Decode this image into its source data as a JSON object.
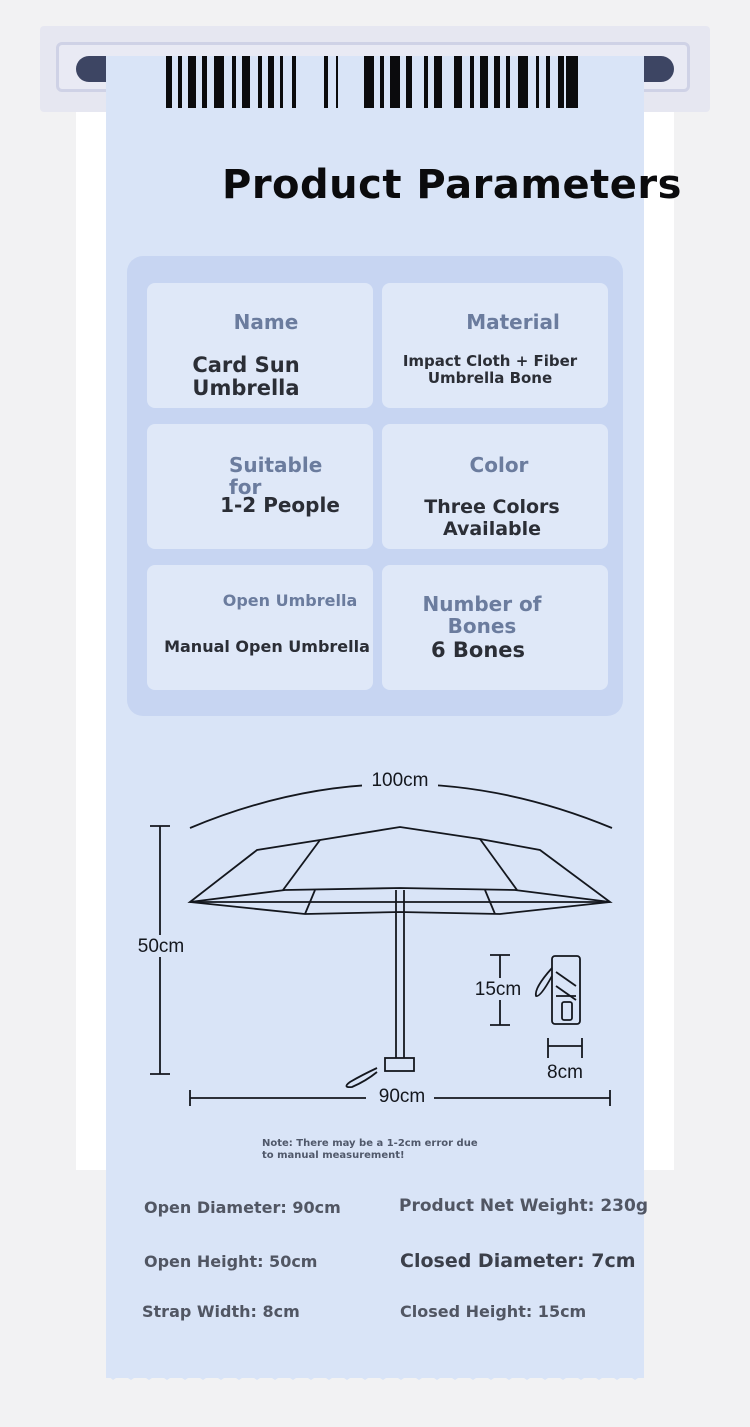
{
  "title": "Product Parameters",
  "params": [
    {
      "label": "Name",
      "value": "Card Sun Umbrella"
    },
    {
      "label": "Material",
      "value": "Impact Cloth + Fiber Umbrella Bone"
    },
    {
      "label": "Suitable for",
      "value": "1-2 People"
    },
    {
      "label": "Color",
      "value": "Three Colors Available"
    },
    {
      "label": "Open Umbrella",
      "value": "Manual Open Umbrella"
    },
    {
      "label": "Number of Bones",
      "value": "6 Bones"
    }
  ],
  "diagram": {
    "open_width": "100cm",
    "open_height": "50cm",
    "shaft_span": "90cm",
    "closed_length": "15cm",
    "closed_width": "8cm"
  },
  "note": "Note: There may be a 1-2cm error due to manual measurement!",
  "specs": {
    "open_diameter": "Open Diameter: 90cm",
    "net_weight": "Product Net Weight: 230g",
    "open_height": "Open Height: 50cm",
    "closed_diameter": "Closed Diameter: 7cm",
    "strap_width": "Strap Width: 8cm",
    "closed_height": "Closed Height: 15cm"
  }
}
